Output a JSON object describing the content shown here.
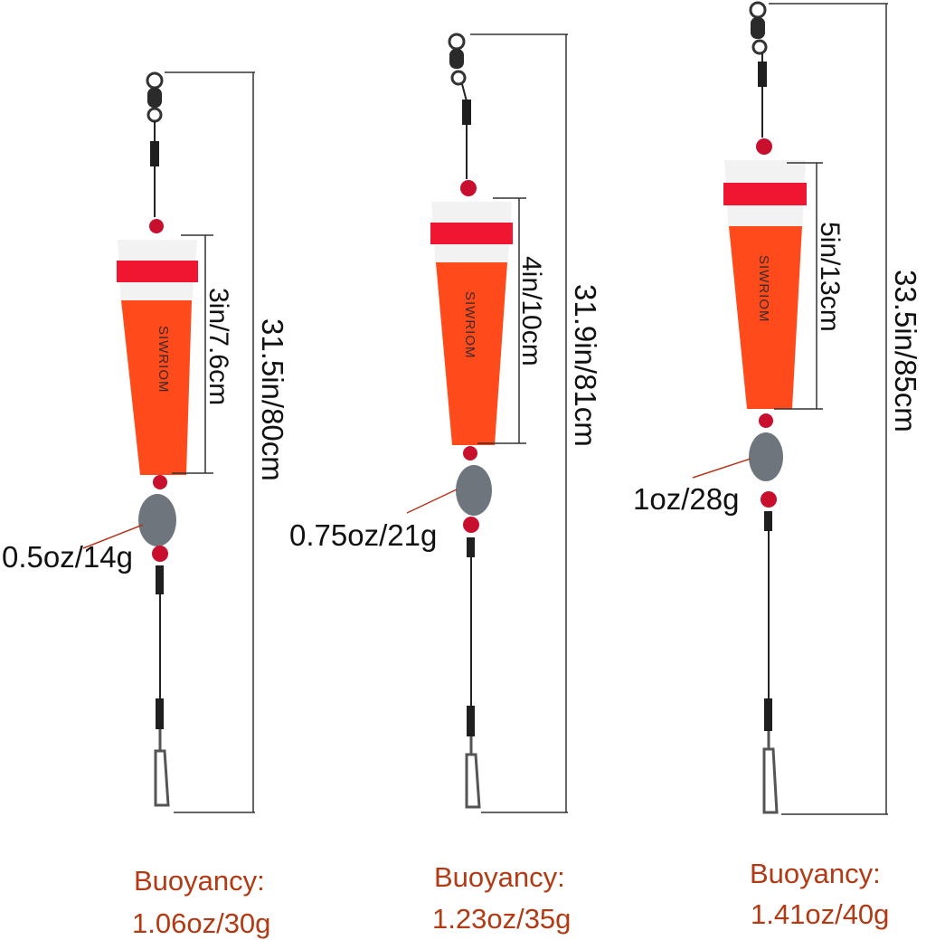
{
  "colors": {
    "float_orange": "#ff4a1c",
    "float_white": "#f2f2f2",
    "float_red_band": "#f01530",
    "bead_red": "#c8102e",
    "sinker_gray": "#6e757c",
    "buoyancy_text": "#b23a14",
    "dimension_line": "#333333",
    "leader_line": "#b5361c"
  },
  "rigs": [
    {
      "brand": "SIWRIOM",
      "float_length": "3in/7.6cm",
      "total_length": "31.5in/80cm",
      "weight": "0.5oz/14g",
      "buoyancy_label": "Buoyancy:",
      "buoyancy_value": "1.06oz/30g"
    },
    {
      "brand": "SIWRIOM",
      "float_length": "4in/10cm",
      "total_length": "31.9in/81cm",
      "weight": "0.75oz/21g",
      "buoyancy_label": "Buoyancy:",
      "buoyancy_value": "1.23oz/35g"
    },
    {
      "brand": "SIWRIOM",
      "float_length": "5in/13cm",
      "total_length": "33.5in/85cm",
      "weight": "1oz/28g",
      "buoyancy_label": "Buoyancy:",
      "buoyancy_value": "1.41oz/40g"
    }
  ]
}
